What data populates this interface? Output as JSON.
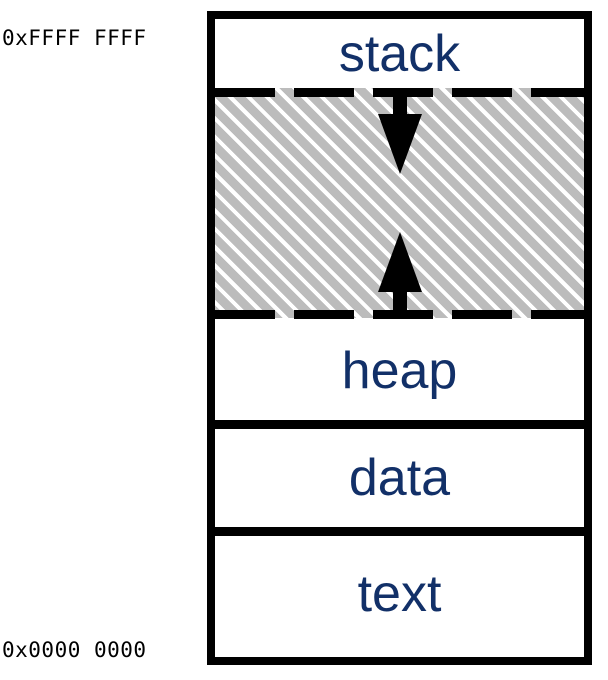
{
  "diagram": {
    "title": "process-virtual-address-space",
    "colors": {
      "label_navy": "#123068",
      "border_black": "#000000",
      "hatch_gray": "#bcbcbc",
      "background": "#ffffff"
    },
    "addresses": {
      "top": "0xFFFF FFFF",
      "bottom": "0x0000 0000"
    },
    "segments": [
      {
        "key": "stack",
        "label": "stack",
        "fill": "solid"
      },
      {
        "key": "gap",
        "label": "",
        "fill": "hatched"
      },
      {
        "key": "heap",
        "label": "heap",
        "fill": "solid"
      },
      {
        "key": "data",
        "label": "data",
        "fill": "solid"
      },
      {
        "key": "text",
        "label": "text",
        "fill": "solid"
      }
    ],
    "arrows": [
      {
        "key": "stack-growth",
        "direction": "down",
        "icon": "arrow-down-icon"
      },
      {
        "key": "heap-growth",
        "direction": "up",
        "icon": "arrow-up-icon"
      }
    ],
    "separators": [
      {
        "key": "stack-gap",
        "style": "dashed"
      },
      {
        "key": "gap-heap",
        "style": "dashed"
      },
      {
        "key": "heap-data",
        "style": "solid"
      },
      {
        "key": "data-text",
        "style": "solid"
      }
    ]
  }
}
